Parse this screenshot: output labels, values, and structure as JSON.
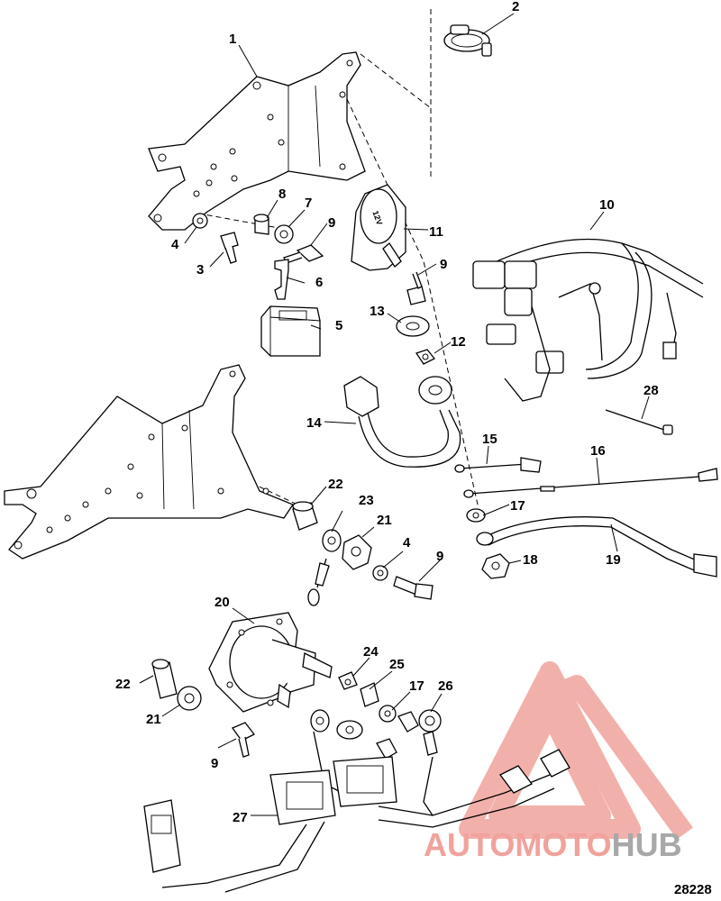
{
  "diagram_id": "28228",
  "decal_text": "12V",
  "watermark": {
    "part1": "AUTOMOTO",
    "part2": "HUB",
    "color_primary": "#f0a29c",
    "color_secondary": "#a8a8a8"
  },
  "callouts": {
    "c1": "1",
    "c2": "2",
    "c3": "3",
    "c4a": "4",
    "c4b": "4",
    "c5": "5",
    "c6": "6",
    "c7": "7",
    "c8": "8",
    "c9a": "9",
    "c9b": "9",
    "c9c": "9",
    "c9d": "9",
    "c10": "10",
    "c11": "11",
    "c12": "12",
    "c13": "13",
    "c14": "14",
    "c15": "15",
    "c16": "16",
    "c17a": "17",
    "c17b": "17",
    "c18": "18",
    "c19": "19",
    "c20": "20",
    "c21a": "21",
    "c21b": "21",
    "c22a": "22",
    "c22b": "22",
    "c23": "23",
    "c24": "24",
    "c25": "25",
    "c26": "26",
    "c27": "27",
    "c28": "28"
  }
}
